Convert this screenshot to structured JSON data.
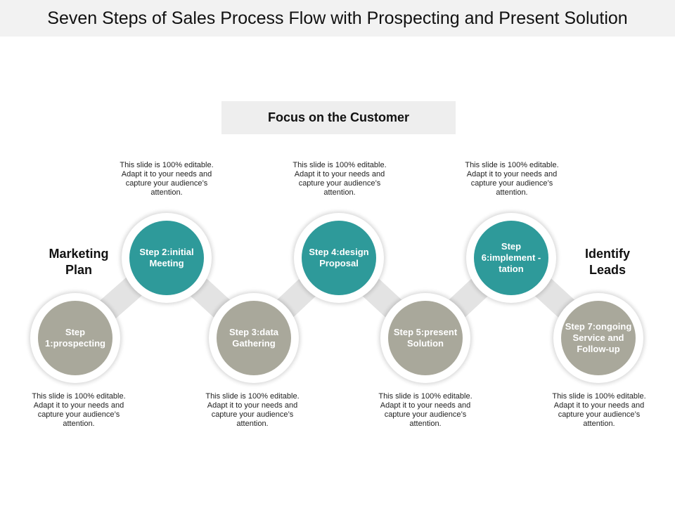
{
  "title": "Seven Steps of Sales Process Flow with Prospecting and Present Solution",
  "focus": "Focus on the Customer",
  "left_label": "Marketing Plan",
  "right_label": "Identify Leads",
  "colors": {
    "teal": "#2e9a9a",
    "gray": "#a9a89b",
    "connector": "#e3e3e3"
  },
  "steps": [
    {
      "label": "Step 1:prospecting",
      "tone": "gray",
      "description": "This slide is 100% editable. Adapt it to your needs and capture your audience’s attention."
    },
    {
      "label": "Step 2:initial Meeting",
      "tone": "teal",
      "description": "This slide is 100% editable. Adapt it to your needs and capture your audience’s attention."
    },
    {
      "label": "Step 3:data Gathering",
      "tone": "gray",
      "description": "This slide is 100% editable. Adapt it to your needs and capture your audience’s attention."
    },
    {
      "label": "Step 4:design Proposal",
      "tone": "teal",
      "description": "This slide is 100% editable. Adapt it to your needs and capture your audience’s attention."
    },
    {
      "label": "Step 5:present Solution",
      "tone": "gray",
      "description": "This slide is 100% editable. Adapt it to your needs and capture your audience’s attention."
    },
    {
      "label": "Step 6:implement -tation",
      "tone": "teal",
      "description": "This slide is 100% editable. Adapt it to your needs and capture your audience’s attention."
    },
    {
      "label": "Step 7:ongoing Service and Follow-up",
      "tone": "gray",
      "description": "This slide is 100% editable. Adapt it to your needs and capture your audience’s attention."
    }
  ]
}
